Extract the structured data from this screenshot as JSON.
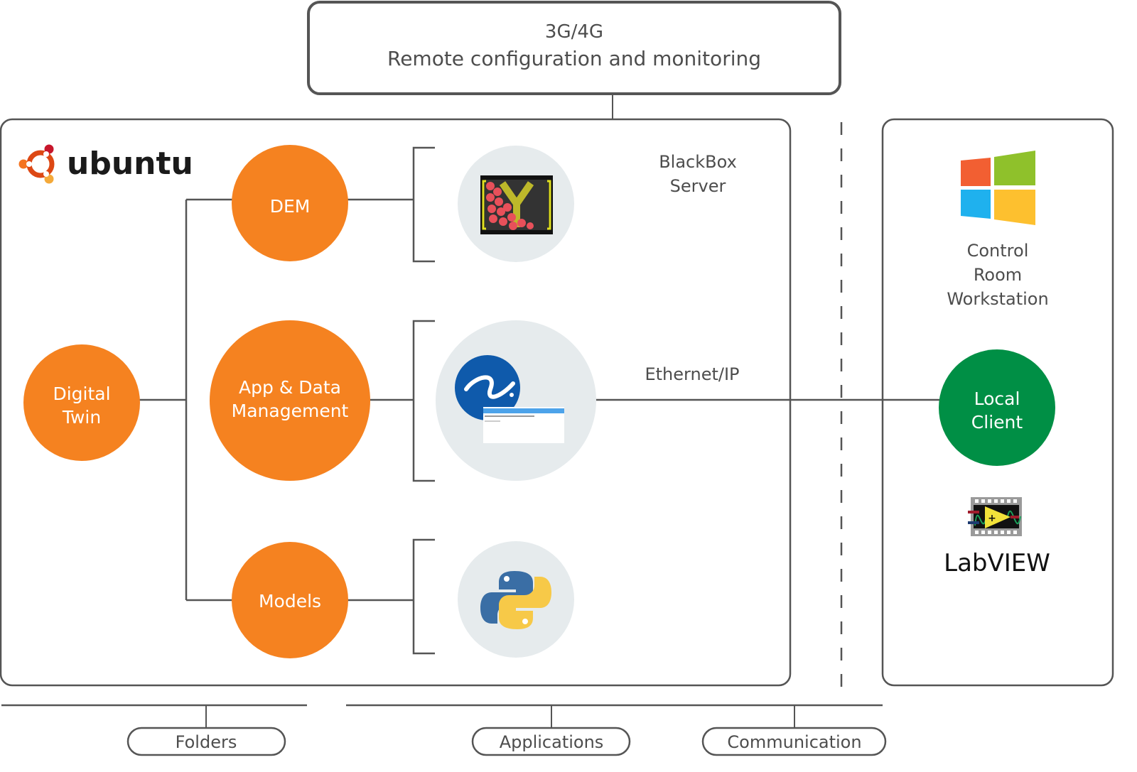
{
  "top_box": {
    "line1": "3G/4G",
    "line2": "Remote configuration and monitoring"
  },
  "left_panel": {
    "os_logo": "ubuntu-logo",
    "os_label": "ubuntu",
    "nodes": {
      "digital_twin": [
        "Digital",
        "Twin"
      ],
      "dem": "DEM",
      "app_data": [
        "App & Data",
        "Management"
      ],
      "models": "Models"
    },
    "icons": {
      "dem_app": "yade-dem-icon",
      "app_data_app": "blackbox-app-icon",
      "models_app": "python-icon"
    },
    "server_label": [
      "BlackBox",
      "Server"
    ],
    "link_label": "Ethernet/IP"
  },
  "right_panel": {
    "os_logo": "windows-logo",
    "workstation_label": [
      "Control",
      "Room",
      "Workstation"
    ],
    "local_client": [
      "Local",
      "Client"
    ],
    "labview_label": "LabVIEW"
  },
  "legend": {
    "folders": "Folders",
    "applications": "Applications",
    "communication": "Communication"
  },
  "colors": {
    "orange_node": "#f58220",
    "green_node": "#008f45",
    "line": "#555555",
    "icon_bg": "#e6ebed"
  }
}
